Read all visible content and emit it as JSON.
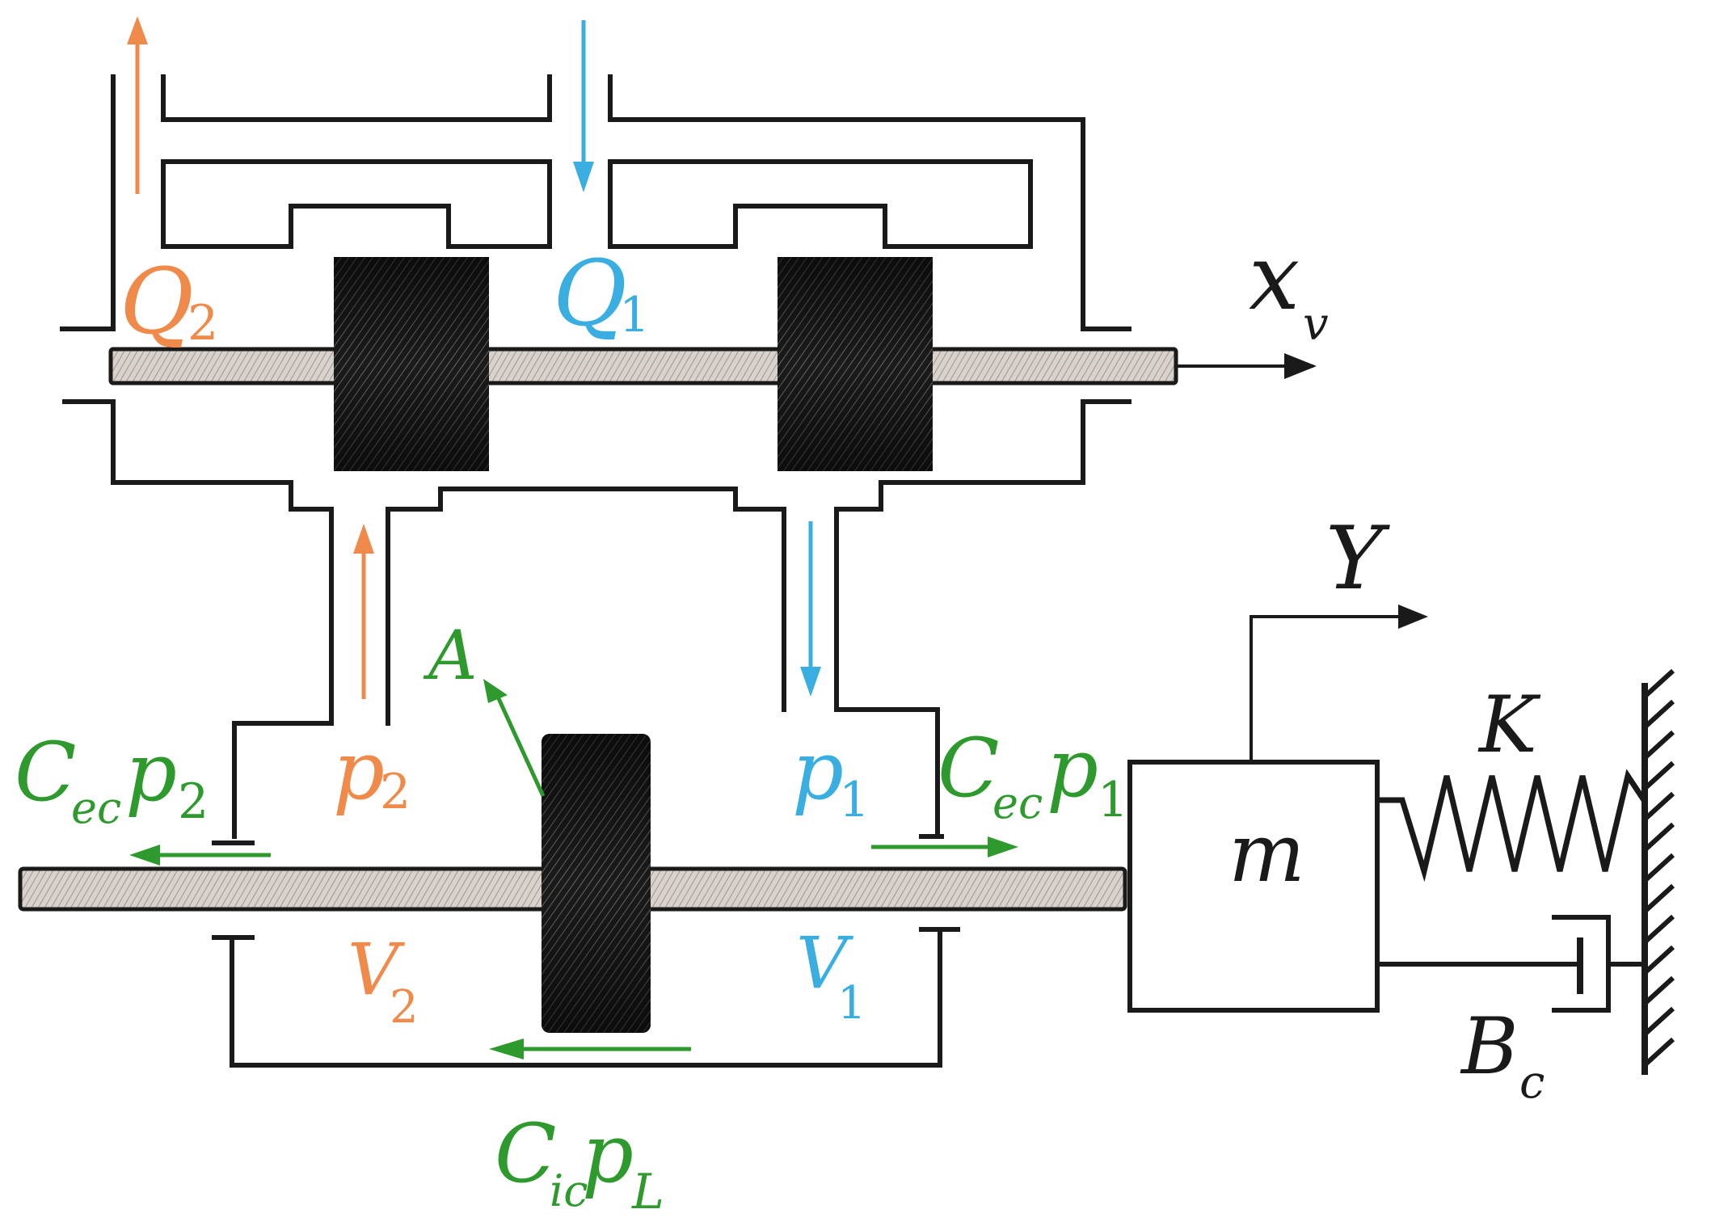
{
  "colors": {
    "ink": "#1a1a1a",
    "orange": "#f08a4b",
    "blue": "#3aaee0",
    "green": "#2e9a2e",
    "piston_dark": "#1b1b1b",
    "rod_light": "#d9d2cc"
  },
  "labels": {
    "Q2": {
      "main": "Q",
      "sub": "2"
    },
    "Q1": {
      "main": "Q",
      "sub": "1"
    },
    "xv": {
      "main": "x",
      "sub": "v"
    },
    "Y": "Y",
    "A": "A",
    "K": "K",
    "m": "m",
    "Bc": {
      "main": "B",
      "sub": "c"
    },
    "p2": {
      "main": "p",
      "sub": "2"
    },
    "p1": {
      "main": "p",
      "sub": "1"
    },
    "V2": {
      "main": "V",
      "sub": "2"
    },
    "V1": {
      "main": "V",
      "sub": "1"
    },
    "Cecp2": {
      "c": "C",
      "csub": "ec",
      "p": "p",
      "psub": "2"
    },
    "Cecp1": {
      "c": "C",
      "csub": "ec",
      "p": "p",
      "psub": "1"
    },
    "CicpL": {
      "c": "C",
      "csub": "ic",
      "p": "p",
      "psub": "L"
    }
  }
}
